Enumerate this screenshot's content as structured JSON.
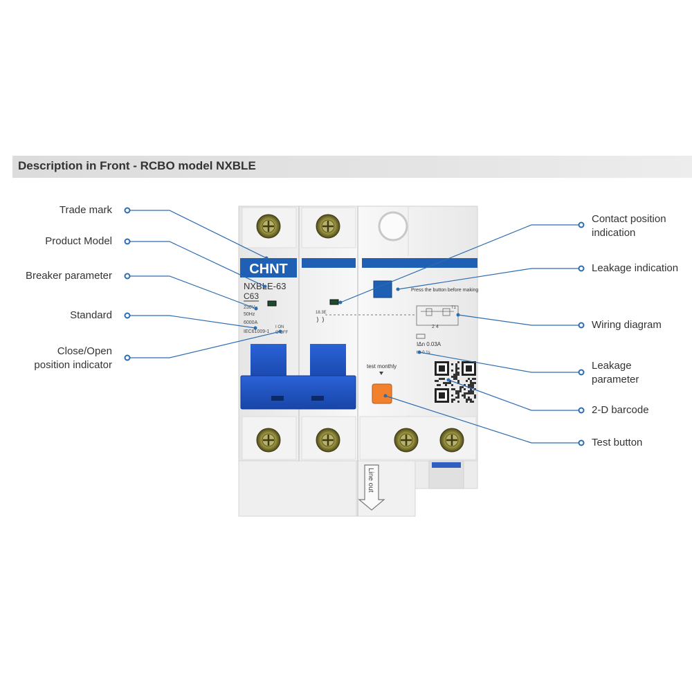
{
  "title": "Description in Front - RCBO model NXBLE",
  "callouts_left": [
    {
      "key": "trade_mark",
      "label": "Trade mark"
    },
    {
      "key": "product_model",
      "label": "Product Model"
    },
    {
      "key": "breaker_parameter",
      "label": "Breaker parameter"
    },
    {
      "key": "standard",
      "label": "Standard"
    },
    {
      "key": "close_open",
      "label": "Close/Open\nposition indicator"
    }
  ],
  "callouts_right": [
    {
      "key": "contact_position",
      "label": "Contact position\nindication"
    },
    {
      "key": "leakage_indication",
      "label": "Leakage indication"
    },
    {
      "key": "wiring_diagram",
      "label": "Wiring diagram"
    },
    {
      "key": "leakage_parameter",
      "label": "Leakage\nparameter"
    },
    {
      "key": "barcode",
      "label": "2-D barcode"
    },
    {
      "key": "test_button",
      "label": "Test button"
    }
  ],
  "device": {
    "brand": "CHNT",
    "model": "NXBLE-63",
    "rating": "C63",
    "voltage": "230V~",
    "frequency": "50Hz",
    "breaking": "6000A",
    "standard": "IEC61009-1",
    "on_label": "I ON",
    "off_label": "O OFF",
    "test_hint": "Press the button before making",
    "test_label": "test monthly",
    "leak_param": "IΔn 0.03A",
    "leak_time": "t ≤ 0.1s",
    "line_out": "Line out",
    "pole_mark": "18.3E",
    "wiring_terminals": "2  4",
    "wiring_t": "T1"
  },
  "colors": {
    "accent_blue": "#1f5fb4",
    "toggle_blue": "#1e56c8",
    "test_orange": "#f2812e",
    "callout_line": "#2b6cb0",
    "body_white": "#f4f4f4"
  }
}
